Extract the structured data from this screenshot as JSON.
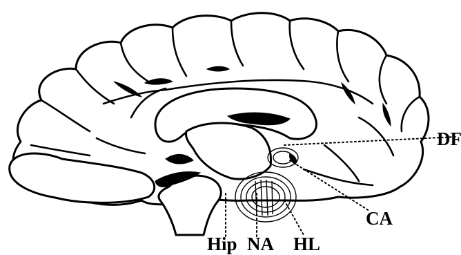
{
  "labels": {
    "df": "DF",
    "ca": "CA",
    "hip": "Hip",
    "na": "NA",
    "hl": "HL"
  }
}
